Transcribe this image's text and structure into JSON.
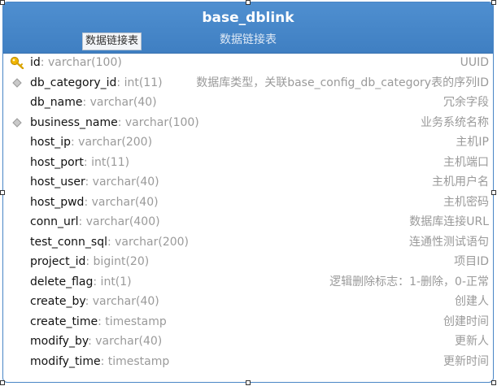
{
  "entity": {
    "title": "base_dblink",
    "subtitle": "数据链接表",
    "tag": "数据链接表",
    "colors": {
      "header": "#4a86c6",
      "name": "#111111",
      "type": "#9a9a9a",
      "key": "#e8b000"
    },
    "fields": [
      {
        "name": "id",
        "type": ": varchar(100)",
        "comment": "UUID",
        "marker": "key-icon"
      },
      {
        "name": "db_category_id",
        "type": ": int(11)",
        "comment": "数据库类型，关联base_config_db_category表的序列ID",
        "marker": "diamond-icon"
      },
      {
        "name": "db_name",
        "type": ": varchar(40)",
        "comment": "冗余字段",
        "marker": ""
      },
      {
        "name": "business_name",
        "type": ": varchar(100)",
        "comment": "业务系统名称",
        "marker": "diamond-icon"
      },
      {
        "name": "host_ip",
        "type": ": varchar(200)",
        "comment": "主机IP",
        "marker": ""
      },
      {
        "name": "host_port",
        "type": ": int(11)",
        "comment": "主机端口",
        "marker": ""
      },
      {
        "name": "host_user",
        "type": ": varchar(40)",
        "comment": "主机用户名",
        "marker": ""
      },
      {
        "name": "host_pwd",
        "type": ": varchar(40)",
        "comment": "主机密码",
        "marker": ""
      },
      {
        "name": "conn_url",
        "type": ": varchar(400)",
        "comment": "数据库连接URL",
        "marker": ""
      },
      {
        "name": "test_conn_sql",
        "type": ": varchar(200)",
        "comment": "连通性测试语句",
        "marker": ""
      },
      {
        "name": "project_id",
        "type": ": bigint(20)",
        "comment": "项目ID",
        "marker": ""
      },
      {
        "name": "delete_flag",
        "type": ": int(1)",
        "comment": "逻辑删除标志：1-删除，0-正常",
        "marker": ""
      },
      {
        "name": "create_by",
        "type": ": varchar(40)",
        "comment": "创建人",
        "marker": ""
      },
      {
        "name": "create_time",
        "type": ": timestamp",
        "comment": "创建时间",
        "marker": ""
      },
      {
        "name": "modify_by",
        "type": ": varchar(40)",
        "comment": "更新人",
        "marker": ""
      },
      {
        "name": "modify_time",
        "type": ": timestamp",
        "comment": "更新时间",
        "marker": ""
      }
    ]
  }
}
